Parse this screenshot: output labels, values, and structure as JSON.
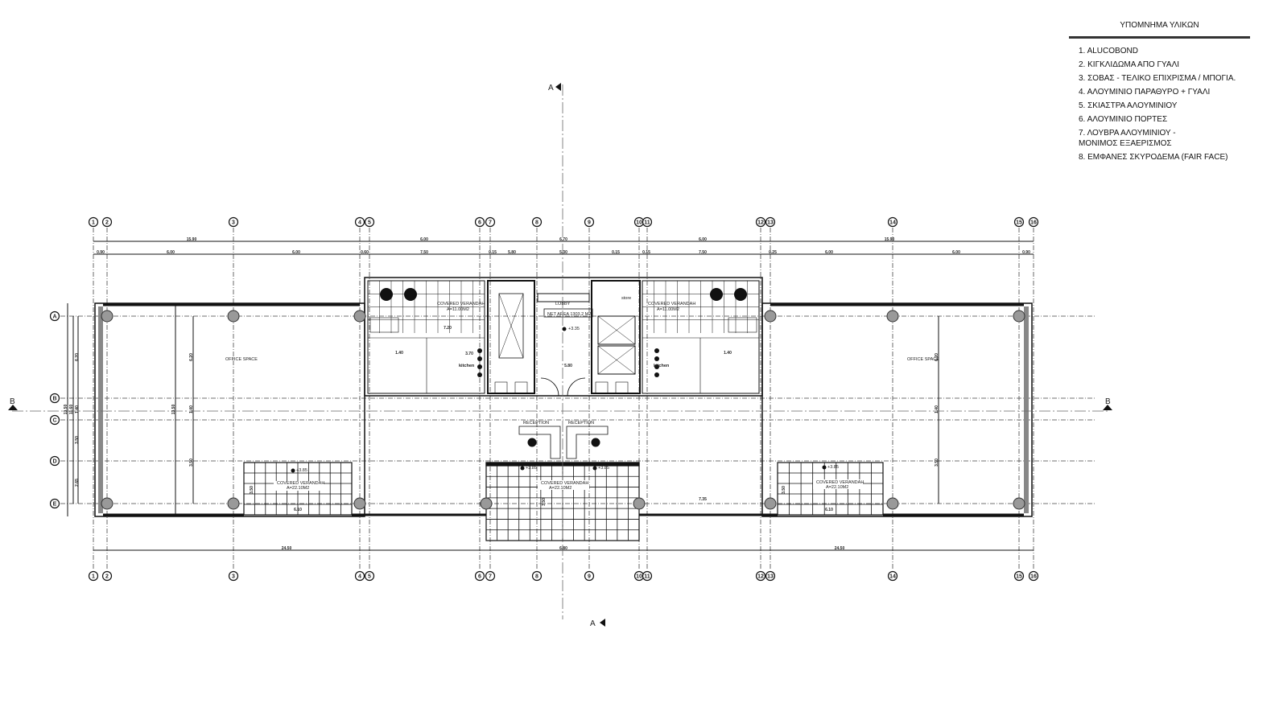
{
  "legend": {
    "title": "ΥΠΟΜΝΗΜΑ ΥΛΙΚΩΝ",
    "items": [
      "1. ALUCOBOND",
      "2. ΚΙΓΚΛΙΔΩΜΑ ΑΠΟ ΓΥΑΛΙ",
      "3. ΣΟΒΑΣ - ΤΕΛΙΚΟ ΕΠΙΧΡΙΣΜΑ / ΜΠΟΓΙΑ.",
      "4. ΑΛΟΥΜΙΝΙΟ ΠΑΡΑΘΥΡΟ + ΓΥΑΛΙ",
      "5. ΣΚΙΑΣΤΡΑ ΑΛΟΥΜΙΝΙΟΥ",
      "6. ΑΛΟΥΜΙΝΙΟ ΠΟΡΤΕΣ",
      "7. ΛΟΥΒΡΑ ΑΛΟΥΜΙΝΙΟΥ -\nΜΟΝΙΜΟΣ ΕΞΑΕΡΙΣΜΟΣ",
      "8. ΕΜΦΑΝΕΣ ΣΚΥΡΟΔΕΜΑ (FAIR FACE)"
    ]
  },
  "sections": {
    "a": "A",
    "b": "B"
  },
  "grid": {
    "columns": [
      "1",
      "2",
      "3",
      "4",
      "5",
      "6",
      "7",
      "8",
      "9",
      "10",
      "11",
      "12",
      "13",
      "14",
      "15",
      "16"
    ],
    "rows": [
      "A",
      "B",
      "C",
      "D",
      "E"
    ]
  },
  "dimensions": {
    "top_overall": [
      "15.90",
      "6.00",
      "6.70",
      "6.00",
      "15.90"
    ],
    "top_detail": [
      "0.90",
      "6.00",
      "6.00",
      "0.60",
      "7.50",
      "0.15",
      "5.80",
      "5.30",
      "0.15",
      "0.15",
      "7.50",
      "0.25",
      "6.00",
      "6.00",
      "0.90"
    ],
    "bottom": [
      "24.50",
      "6.80",
      "24.50"
    ],
    "left": [
      "13.50",
      "11.60",
      "6.20",
      "1.40",
      "3.50",
      "2.65"
    ],
    "inner_left": [
      "13.50",
      "6.20",
      "1.40",
      "3.50"
    ],
    "inner_right": [
      "6.20",
      "1.40",
      "3.50"
    ],
    "misc": [
      "6.10",
      "6.10",
      "7.35",
      "3.50",
      "3.50",
      "3.50",
      "5.80",
      "7.20",
      "1.40",
      "1.40",
      "3.70"
    ]
  },
  "rooms": {
    "office_left": "OFFICE SPACE",
    "office_right": "OFFICE SPACE",
    "lobby": "LOBBY",
    "lobby_area": "NET AREA 1303.2 M2",
    "lobby_level": "+3.35",
    "store": "store",
    "kitchen_left": "kitchen",
    "kitchen_right": "kitchen",
    "reception_left": "RECEPTION",
    "reception_right": "RECEPTION",
    "veranda_label": "COVERED VERANDAH",
    "veranda_left_area": "A=22.10M2",
    "veranda_center_area": "A=22.10M2",
    "veranda_right_area": "A=22.10M2",
    "upper_veranda_left": "COVERED VERANDAH",
    "upper_veranda_left_area": "A=11.00M2",
    "upper_veranda_right": "COVERED VERANDAH",
    "upper_veranda_right_area": "A=11.00M2",
    "level_veranda": "+3.85",
    "level_veranda_2": "+3.85",
    "level_veranda_3": "+3.85",
    "level_veranda_4": "+3.85"
  }
}
